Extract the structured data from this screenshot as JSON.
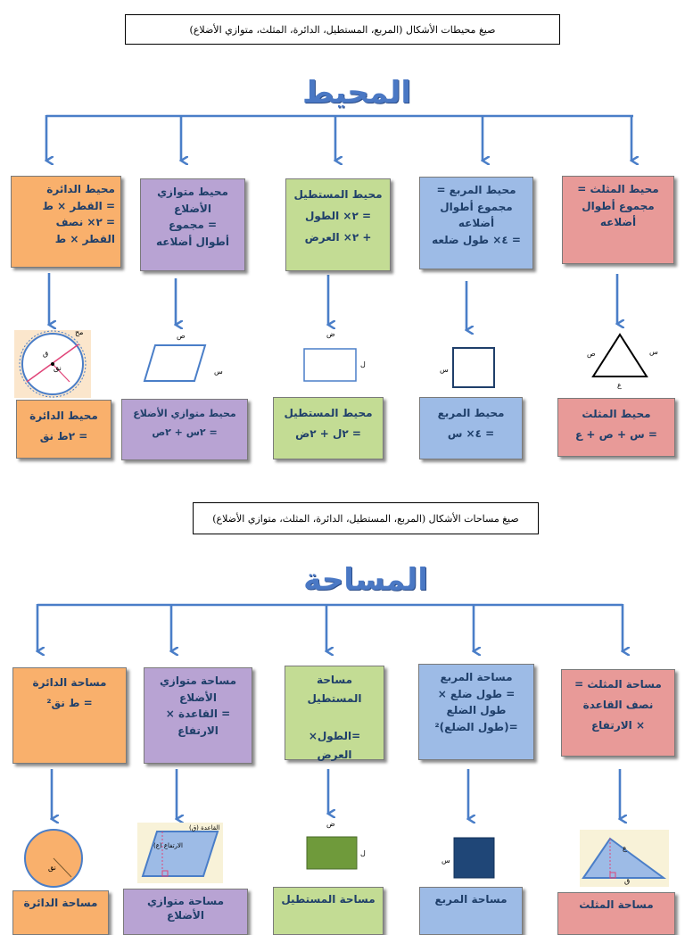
{
  "perimeter": {
    "header": "صيغ محيطات الأشكال (المربع، المستطيل، الدائرة، المثلث، متوازي الأضلاع)",
    "title": "المحيط",
    "boxes": {
      "circle": [
        "محيط الدائرة",
        "= القطر × ط",
        "= ٢× نصف",
        "القطر × ط"
      ],
      "para": [
        "محيط متوازي",
        "الأضلاع",
        "= مجموع",
        "أطوال أضلاعه"
      ],
      "rect": [
        "محيط المستطيل",
        "= ٢× الطول",
        "+ ٢× العرض"
      ],
      "square": [
        "محيط المربع =",
        "مجموع أطوال",
        "أضلاعه",
        "= ٤× طول ضلعه"
      ],
      "triangle": [
        "محيط المثلث =",
        "مجموع أطوال",
        "أضلاعه"
      ]
    },
    "results": {
      "circle": [
        "محيط الدائرة",
        "= ٢ط نق"
      ],
      "para": [
        "محيط متوازي الأضلاع",
        "= ٢س + ٢ص"
      ],
      "rect": [
        "محيط المستطيل",
        "= ٢ل + ٢ض"
      ],
      "square": [
        "محيط المربع",
        "= ٤× س"
      ],
      "triangle": [
        "محيط المثلث",
        "= س + ص + ع"
      ]
    },
    "labels": {
      "circle_c": "مح",
      "circle_d": "ق",
      "circle_r": "نق",
      "para_top": "ص",
      "para_side": "س",
      "rect_top": "ض",
      "rect_side": "ل",
      "square_side": "س",
      "tri_right": "س",
      "tri_left": "ص",
      "tri_bottom": "ع"
    }
  },
  "area": {
    "header": "صيغ مساحات الأشكال (المربع، المستطيل، الدائرة، المثلث، متوازي الأضلاع)",
    "title": "المساحة",
    "boxes": {
      "circle": [
        "مساحة الدائرة",
        "= ط نق²"
      ],
      "para": [
        "مساحة متوازي",
        "الأضلاع",
        "= القاعدة ×",
        "الارتفاع"
      ],
      "rect": [
        "مساحة المستطيل",
        "",
        "=الطول× العرض"
      ],
      "square": [
        "مساحة المربع",
        "= طول ضلع ×",
        "طول الضلع",
        "=(طول الضلع)²"
      ],
      "triangle": [
        "مساحة المثلث =",
        "نصف القاعدة",
        "× الارتفاع"
      ]
    },
    "results": {
      "circle": [
        "مساحة الدائرة"
      ],
      "para": [
        "مساحة متوازي",
        "الأضلاع"
      ],
      "rect": [
        "مساحة المستطيل"
      ],
      "square": [
        "مساحة المربع"
      ],
      "triangle": [
        "مساحة المثلث"
      ]
    },
    "labels": {
      "circle_r": "نق",
      "para_base": "القاعدة (ق)",
      "para_height": "الارتفاع (ع)",
      "rect_top": "ض",
      "rect_side": "ل",
      "square_side": "س",
      "tri_h": "ع",
      "tri_base": "ق"
    }
  },
  "colors": {
    "arrow": "#4a7ec8",
    "orange": "#f9b06c",
    "purple": "#b8a3d3",
    "green": "#c3dc94",
    "blue": "#9dbbe6",
    "red": "#e89a98",
    "shape_fill_green": "#6f9a3b",
    "shape_fill_navy": "#1f4677"
  }
}
